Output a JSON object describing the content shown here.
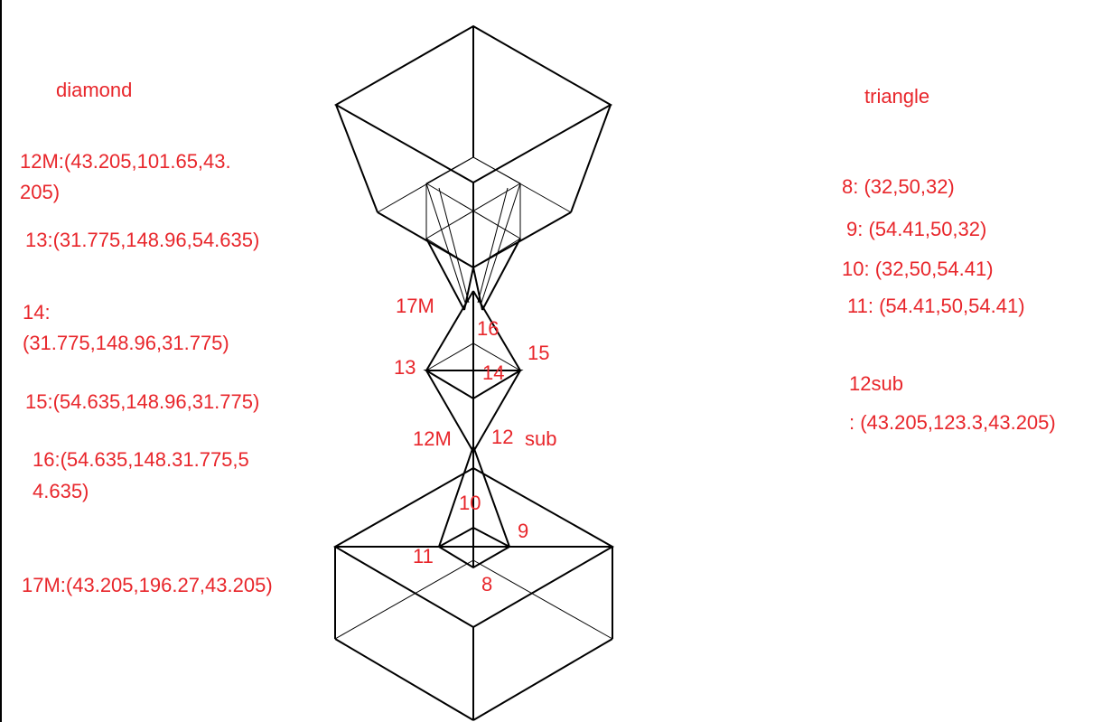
{
  "colors": {
    "label": "#e8262b",
    "line": "#000000",
    "background": "#ffffff"
  },
  "left_panel": {
    "title": "diamond",
    "p12m_line1": "12M:(43.205,101.65,43.",
    "p12m_line2": "205)",
    "p13": "13:(31.775,148.96,54.635)",
    "p14_line1": "14:",
    "p14_line2": "(31.775,148.96,31.775)",
    "p15": "15:(54.635,148.96,31.775)",
    "p16_line1": "16:(54.635,148.31.775,5",
    "p16_line2": "4.635)",
    "p17m": "17M:(43.205,196.27,43.205)"
  },
  "right_panel": {
    "title": "triangle",
    "p8": "8: (32,50,32)",
    "p9": "9: (54.41,50,32)",
    "p10": "10: (32,50,54.41)",
    "p11": "11: (54.41,50,54.41)",
    "p12sub_line1": "12sub",
    "p12sub_line2": ": (43.205,123.3,43.205)"
  },
  "diagram": {
    "label_17m": "17M",
    "label_16": "16",
    "label_15": "15",
    "label_13": "13",
    "label_14": "14",
    "label_12m": "12M",
    "label_12": "12",
    "label_sub": "sub",
    "label_10": "10",
    "label_9": "9",
    "label_11": "11",
    "label_8": "8"
  }
}
